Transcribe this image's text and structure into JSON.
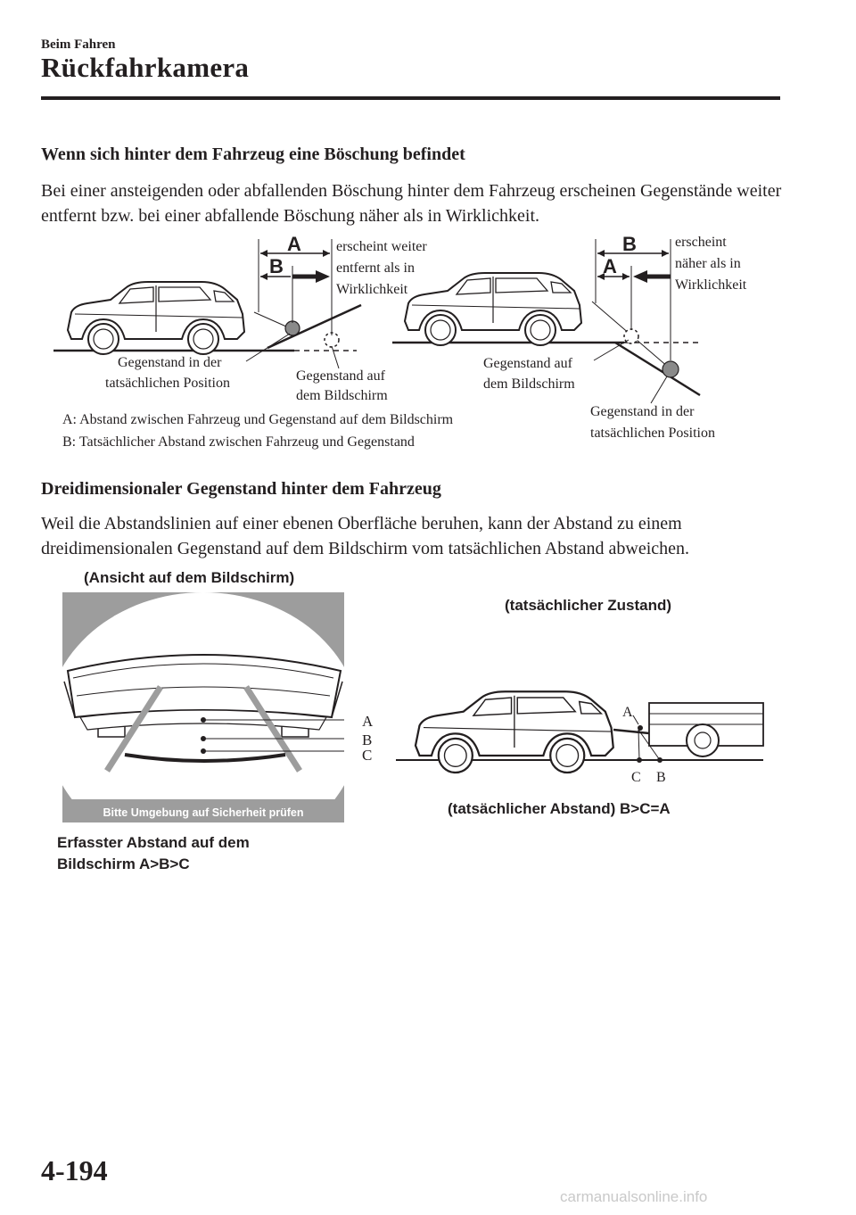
{
  "header": {
    "section": "Beim Fahren",
    "title": "Rückfahrkamera"
  },
  "slope": {
    "heading": "Wenn sich hinter dem Fahrzeug eine Böschung befindet",
    "paragraph": "Bei einer ansteigenden oder abfallenden Böschung hinter dem Fahrzeug erscheinen Gegenstände weiter entfernt bzw. bei einer abfallende Böschung  näher als in Wirklichkeit.",
    "diagram": {
      "label_a": "A",
      "label_b": "B",
      "left": {
        "appears_line1": "erscheint weiter",
        "appears_line2": "entfernt als in",
        "appears_line3": "Wirklichkeit",
        "actual_line1": "Gegenstand in der",
        "actual_line2": "tatsächlichen Position",
        "screen_line1": "Gegenstand auf",
        "screen_line2": "dem Bildschirm"
      },
      "right": {
        "appears_line1": "erscheint",
        "appears_line2": "näher als in",
        "appears_line3": "Wirklichkeit",
        "screen_line1": "Gegenstand auf",
        "screen_line2": "dem Bildschirm",
        "actual_line1": "Gegenstand in der",
        "actual_line2": "tatsächlichen Position"
      },
      "legend_a": "A: Abstand zwischen Fahrzeug und Gegenstand auf dem Bildschirm",
      "legend_b": "B: Tatsächlicher Abstand zwischen Fahrzeug und Gegenstand"
    }
  },
  "three_d": {
    "heading": "Dreidimensionaler Gegenstand hinter dem Fahrzeug",
    "paragraph": "Weil die Abstandslinien auf einer ebenen Oberfläche beruhen, kann der Abstand zu einem dreidimensionalen Gegenstand auf dem Bildschirm vom tatsächlichen Abstand abweichen.",
    "screen_view_title": "(Ansicht auf dem Bildschirm)",
    "screen_banner": "Bitte Umgebung auf Sicherheit prüfen",
    "screen_label_a": "A",
    "screen_label_b": "B",
    "screen_label_c": "C",
    "screen_caption_line1": "Erfasster Abstand auf dem",
    "screen_caption_line2": "Bildschirm A>B>C",
    "actual_title": "(tatsächlicher Zustand)",
    "actual_label_a": "A",
    "actual_label_c": "C",
    "actual_label_b": "B",
    "actual_caption": "(tatsächlicher Abstand) B>C=A"
  },
  "footer": {
    "page_number": "4-194",
    "watermark": "carmanualsonline.info"
  }
}
